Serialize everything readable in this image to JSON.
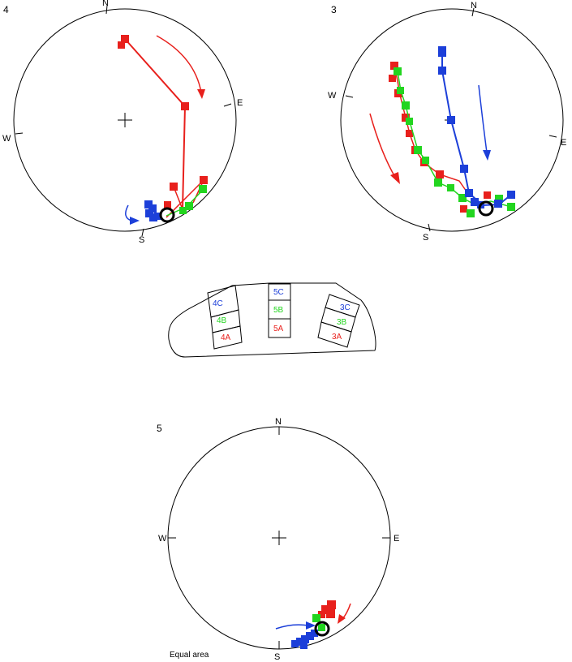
{
  "colors": {
    "red": "#e8201c",
    "green": "#22d51f",
    "blue": "#1c3fd9",
    "black": "#000000"
  },
  "plots": [
    {
      "id": "4",
      "number": "4",
      "directions": {
        "n": "N",
        "e": "E",
        "s": "S",
        "w": "W"
      }
    },
    {
      "id": "3",
      "number": "3",
      "directions": {
        "n": "N",
        "e": "E",
        "s": "S",
        "w": "W"
      }
    },
    {
      "id": "5",
      "number": "5",
      "directions": {
        "n": "N",
        "e": "E",
        "s": "S",
        "w": "W"
      }
    }
  ],
  "sample": {
    "groups": [
      {
        "labels": [
          "4C",
          "4B",
          "4A"
        ]
      },
      {
        "labels": [
          "5C",
          "5B",
          "5A"
        ]
      },
      {
        "labels": [
          "3C",
          "3B",
          "3A"
        ]
      }
    ]
  },
  "caption": "Equal area"
}
